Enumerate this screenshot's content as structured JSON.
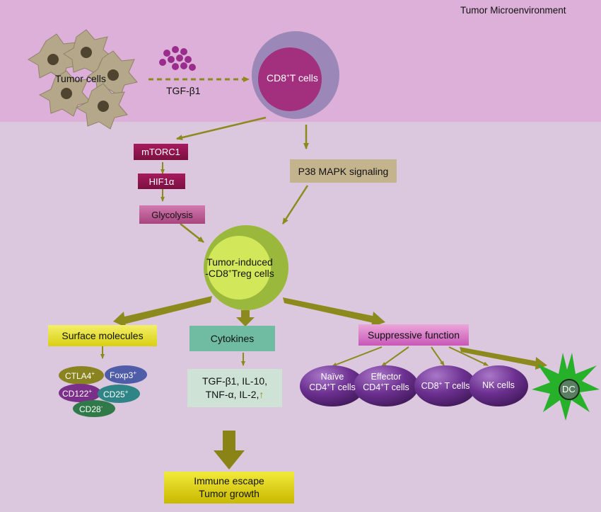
{
  "title": "Tumor Microenvironment",
  "nodes": {
    "tumor_cells": "Tumor cells",
    "tgf_label": "TGF-β1",
    "cd8_t_cells": {
      "main": "CD8",
      "sup": "+",
      "rest": "T cells"
    },
    "mtorc1": "mTORC1",
    "hif1a": "HIF1α",
    "glycolysis": "Glycolysis",
    "p38": "P38 MAPK signaling",
    "treg": {
      "line1": "Tumor-induced",
      "line2_pre": "-CD8",
      "line2_sup": "+",
      "line2_post": "Treg cells"
    },
    "surface_molecules": "Surface molecules",
    "cytokines": "Cytokines",
    "suppressive_function": "Suppressive function",
    "cytokine_list": {
      "line1": "TGF-β1, IL-10,",
      "line2": "TNF-α,  IL-2,",
      "arrow": "↑"
    },
    "immune_escape": "Immune escape",
    "tumor_growth": "Tumor growth"
  },
  "markers": [
    {
      "name": "CTLA4",
      "sup": "+",
      "color": "#8a8420"
    },
    {
      "name": "Foxp3",
      "sup": "+",
      "color": "#4f5ca8"
    },
    {
      "name": "CD122",
      "sup": "+",
      "color": "#7a3088"
    },
    {
      "name": "CD25",
      "sup": "+",
      "color": "#2f8585"
    },
    {
      "name": "CD28",
      "sup": "-",
      "color": "#2f7a48"
    }
  ],
  "targets": [
    {
      "line1": "Naïve",
      "line2_pre": "CD4",
      "line2_sup": "+",
      "line2_post": "T cells"
    },
    {
      "line1": "Effector",
      "line2_pre": "CD4",
      "line2_sup": "+",
      "line2_post": "T cells"
    },
    {
      "line1": "",
      "line2_pre": "CD8",
      "line2_sup": "+",
      "line2_post": " T cells"
    },
    {
      "line1": "",
      "line2_pre": "NK cells",
      "line2_sup": "",
      "line2_post": ""
    }
  ],
  "dc": "DC",
  "colors": {
    "band_top": "#dcb0d8",
    "background": "#dcc8de",
    "arrow": "#8c8a1c",
    "tumor_cell": "#b5a789",
    "tgf_dots": "#9a2d8c",
    "cd8_outer": "#9c88b8",
    "cd8_inner": "#a2307f",
    "treg_outer": "#9ab83c",
    "treg_inner": "#d2e85a",
    "target_oval": "#6c3090",
    "dc_star": "#27b02a"
  }
}
